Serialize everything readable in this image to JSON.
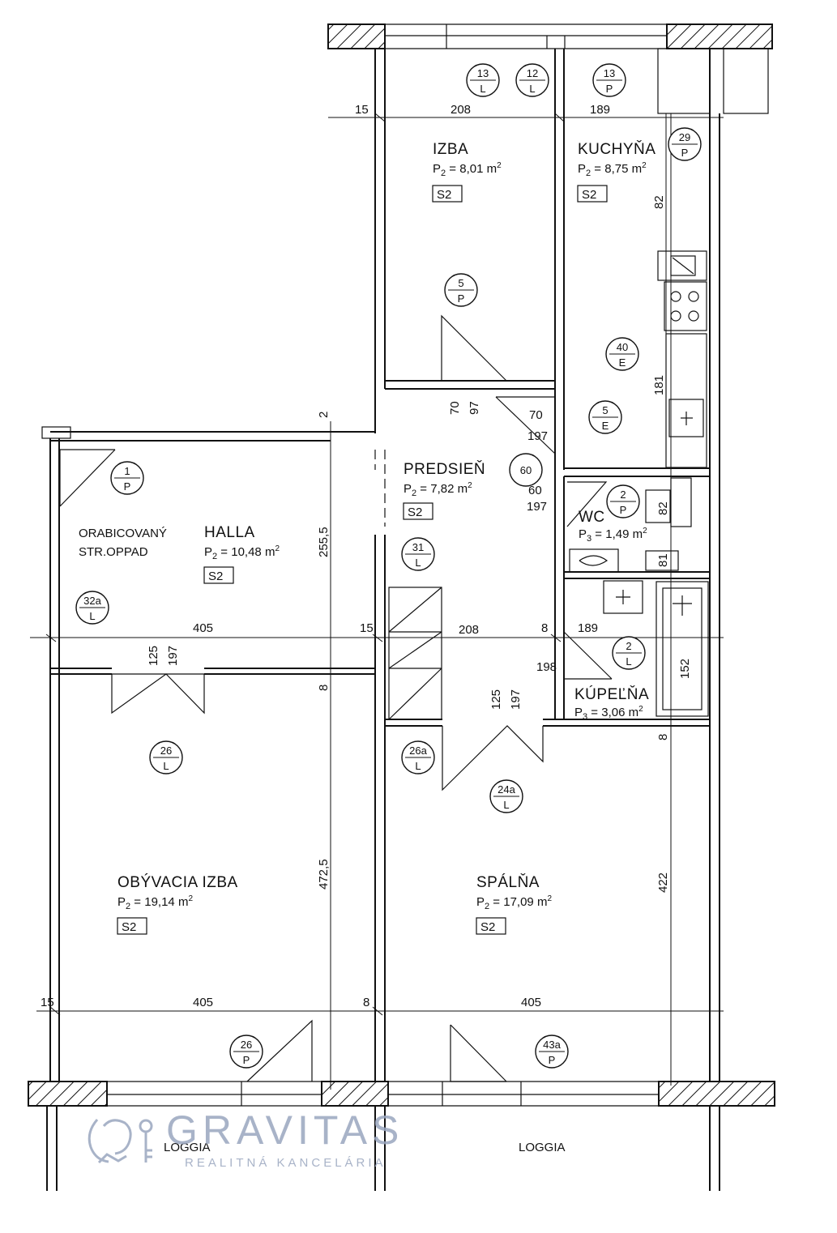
{
  "rooms": {
    "izba": {
      "name": "IZBA",
      "area_prefix": "P",
      "area_sub": "2",
      "area_value": " = 8,01 m",
      "area_sup": "2",
      "code": "S2"
    },
    "kuchyna": {
      "name": "KUCHYŇA",
      "area_prefix": "P",
      "area_sub": "2",
      "area_value": " = 8,75 m",
      "area_sup": "2",
      "code": "S2"
    },
    "predsien": {
      "name": "PREDSIEŇ",
      "area_prefix": "P",
      "area_sub": "2",
      "area_value": " = 7,82 m",
      "area_sup": "2",
      "code": "S2"
    },
    "halla": {
      "name": "HALLA",
      "area_prefix": "P",
      "area_sub": "2",
      "area_value": " = 10,48 m",
      "area_sup": "2",
      "code": "S2"
    },
    "wc": {
      "name": "WC",
      "area_prefix": "P",
      "area_sub": "3",
      "area_value": " = 1,49 m",
      "area_sup": "2"
    },
    "kupelna": {
      "name": "KÚPEĽŇA",
      "area_prefix": "P",
      "area_sub": "3",
      "area_value": " = 3,06 m",
      "area_sup": "2"
    },
    "obyvacia": {
      "name": "OBÝVACIA IZBA",
      "area_prefix": "P",
      "area_sub": "2",
      "area_value": " = 19,14 m",
      "area_sup": "2",
      "code": "S2"
    },
    "spalna": {
      "name": "SPÁLŇA",
      "area_prefix": "P",
      "area_sub": "2",
      "area_value": " = 17,09 m",
      "area_sup": "2",
      "code": "S2"
    },
    "loggia_left": {
      "name": "LOGGIA"
    },
    "loggia_right": {
      "name": "LOGGIA"
    }
  },
  "notes": {
    "line1": "ORABICOVANÝ",
    "line2": "STR.OPPAD"
  },
  "tags": [
    {
      "top": "13",
      "bottom": "L"
    },
    {
      "top": "12",
      "bottom": "L"
    },
    {
      "top": "13",
      "bottom": "P"
    },
    {
      "top": "29",
      "bottom": "P"
    },
    {
      "top": "5",
      "bottom": "P"
    },
    {
      "top": "40",
      "bottom": "E"
    },
    {
      "top": "5",
      "bottom": "E"
    },
    {
      "top": "60",
      "bottom": ""
    },
    {
      "top": "1",
      "bottom": "P"
    },
    {
      "top": "2",
      "bottom": "P"
    },
    {
      "top": "31",
      "bottom": "L"
    },
    {
      "top": "32a",
      "bottom": "L"
    },
    {
      "top": "2",
      "bottom": "L"
    },
    {
      "top": "26",
      "bottom": "L"
    },
    {
      "top": "26a",
      "bottom": "L"
    },
    {
      "top": "24a",
      "bottom": "L"
    },
    {
      "top": "26",
      "bottom": "P"
    },
    {
      "top": "43a",
      "bottom": "P"
    }
  ],
  "dimensions": {
    "top_15": "15",
    "top_208": "208",
    "top_189": "189",
    "kitchen_82": "82",
    "kitchen_181": "181",
    "door_70a": "70",
    "door_97": "97",
    "door_70b": "70",
    "door_197a": "197",
    "halla_2": "2",
    "halla_2555": "255,5",
    "wc_60": "60",
    "wc_197": "197",
    "wc_82": "82",
    "wc_81": "81",
    "mid_405": "405",
    "mid_15": "15",
    "mid_208": "208",
    "mid_8": "8",
    "mid_189": "189",
    "bath_198": "198",
    "bath_152": "152",
    "hall_door_125": "125",
    "hall_door_197": "197",
    "pred_door_125": "125",
    "pred_door_197": "197",
    "obyv_8": "8",
    "obyv_4725": "472,5",
    "spal_8": "8",
    "spal_422": "422",
    "bot_15": "15",
    "bot_405a": "405",
    "bot_8": "8",
    "bot_405b": "405"
  },
  "logo": {
    "name": "GRAVITAS",
    "subtitle": "REALITNÁ KANCELÁRIA"
  }
}
